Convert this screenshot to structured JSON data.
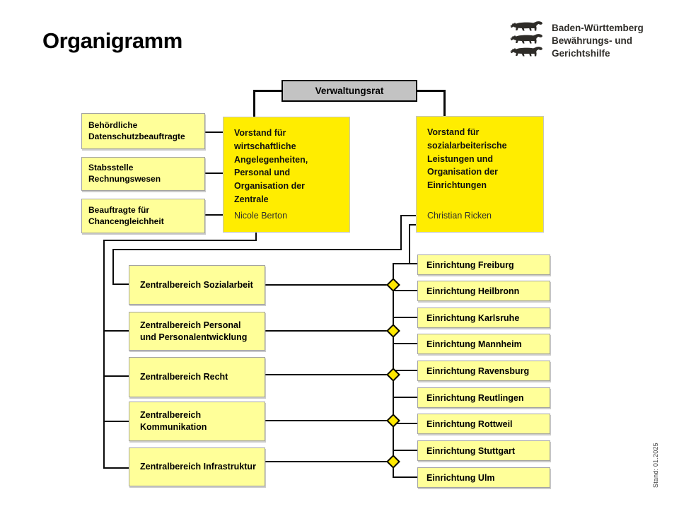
{
  "title": "Organigramm",
  "logo": {
    "lines": [
      "Baden-Württemberg",
      "Bewährungs- und",
      "Gerichtshilfe"
    ],
    "emblem": "three-lions-coat-of-arms"
  },
  "board": {
    "label": "Verwaltungsrat"
  },
  "staff_units": [
    {
      "label": "Behördliche Datenschutzbeauftragte"
    },
    {
      "label": "Stabsstelle Rechnungswesen"
    },
    {
      "label": "Beauftragte für Chancengleichheit"
    }
  ],
  "executives": {
    "left": {
      "title": "Vorstand für wirtschaftliche Angelegenheiten, Personal und Organisation der Zentrale",
      "name": "Nicole Berton"
    },
    "right": {
      "title": "Vorstand für sozialarbeiterische Leistungen und Organisation der Einrichtungen",
      "name": "Christian Ricken"
    }
  },
  "central_departments": [
    {
      "label": "Zentralbereich Sozialarbeit"
    },
    {
      "label": "Zentralbereich Personal und Personalentwicklung"
    },
    {
      "label": "Zentralbereich Recht"
    },
    {
      "label": "Zentralbereich Kommunikation"
    },
    {
      "label": "Zentralbereich Infrastruktur"
    }
  ],
  "facilities": [
    {
      "label": "Einrichtung Freiburg"
    },
    {
      "label": "Einrichtung Heilbronn"
    },
    {
      "label": "Einrichtung Karlsruhe"
    },
    {
      "label": "Einrichtung Mannheim"
    },
    {
      "label": "Einrichtung Ravensburg"
    },
    {
      "label": "Einrichtung Reutlingen"
    },
    {
      "label": "Einrichtung Rottweil"
    },
    {
      "label": "Einrichtung Stuttgart"
    },
    {
      "label": "Einrichtung Ulm"
    }
  ],
  "footnote": "Stand: 01.2025",
  "colors": {
    "executive_yellow": "#FFED00",
    "unit_light_yellow": "#FFFF99",
    "board_gray": "#C3C3C3",
    "connector_black": "#0A0A0A",
    "diamond_yellow": "#FFE800"
  }
}
